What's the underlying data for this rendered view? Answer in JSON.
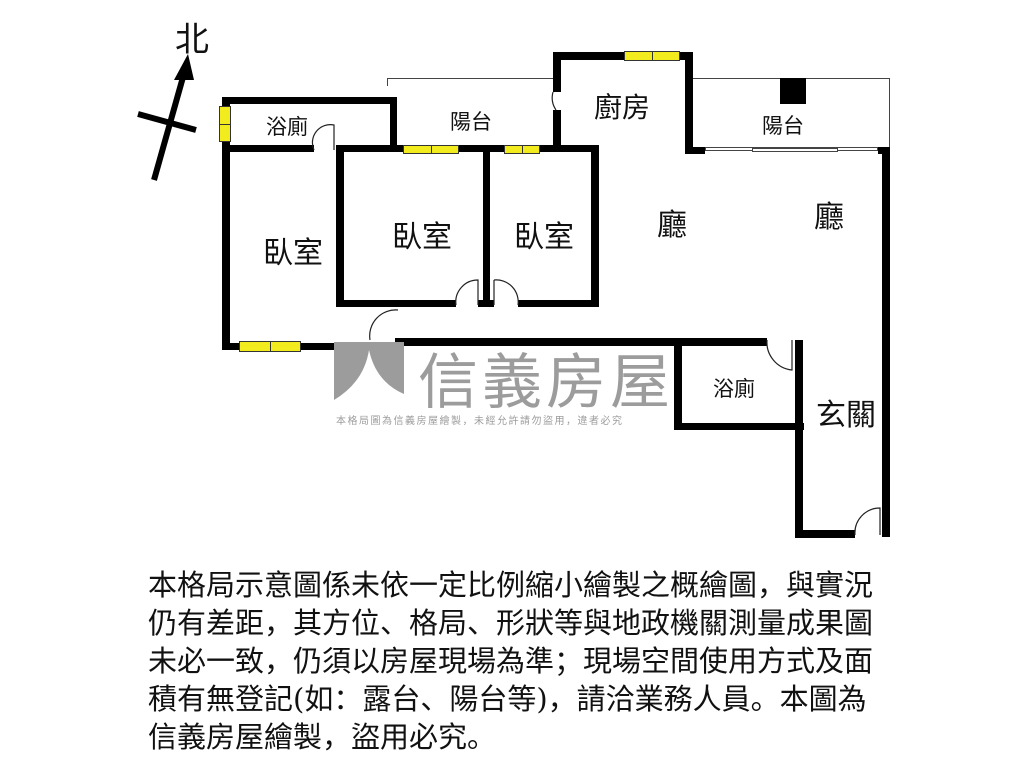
{
  "compass": {
    "label": "北"
  },
  "rooms": {
    "bath1": "浴廁",
    "balcony_mid": "陽台",
    "kitchen": "廚房",
    "balcony_right": "陽台",
    "bedroom1": "臥室",
    "bedroom2": "臥室",
    "bedroom3": "臥室",
    "living1": "廳",
    "living2": "廳",
    "bath2": "浴廁",
    "entrance": "玄關"
  },
  "watermark": {
    "brand": "信義房屋",
    "notice": "本格局圖為信義房屋繪製，未經允許請勿盜用，違者必究"
  },
  "disclaimer": "本格局示意圖係未依一定比例縮小繪製之概繪圖，與實況仍有差距，其方位、格局、形狀等與地政機關測量成果圖未必一致，仍須以房屋現場為準；現場空間使用方式及面積有無登記(如：露台、陽台等)，請洽業務人員。本圖為信義房屋繪製，盜用必究。",
  "colors": {
    "wall": "#000000",
    "window": "#f2ec1e",
    "watermark": "#9c9c9c"
  }
}
